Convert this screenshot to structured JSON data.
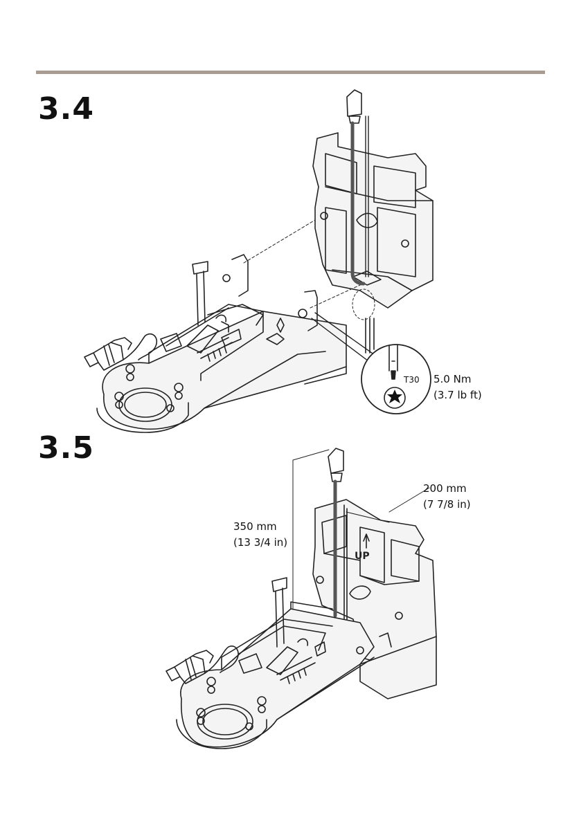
{
  "steps": [
    {
      "number": "3.4",
      "torque": {
        "tool": "T30",
        "value_nm": "5.0 Nm",
        "value_imperial": "(3.7 lb ft)"
      }
    },
    {
      "number": "3.5",
      "lengths": [
        {
          "metric": "350 mm",
          "imperial": "(13 3/4 in)"
        },
        {
          "metric": "200 mm",
          "imperial": "(7 7/8 in)"
        }
      ],
      "bracket_mark": "UP"
    }
  ],
  "colors": {
    "rule": "#a89b92",
    "line": "#222222",
    "fill": "#f3f3f3"
  }
}
